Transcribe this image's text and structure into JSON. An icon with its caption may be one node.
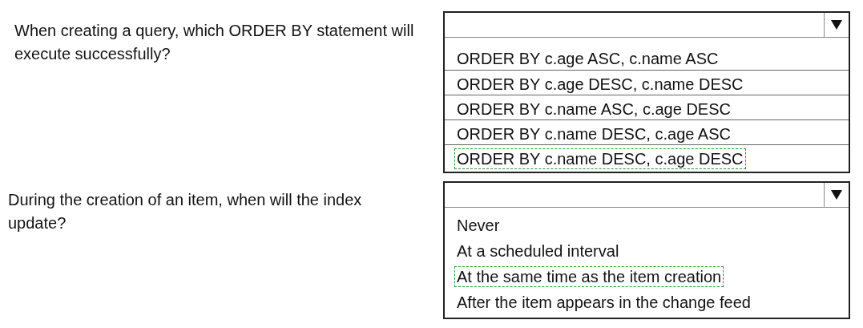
{
  "diagram": {
    "nodes": [
      {
        "text": [],
        "shape": "box"
      },
      {
        "text": [],
        "shape": "box",
        "in": 0
      },
      {
        "text": [
          "ORDER BY c.age ASC, c.name ASC"
        ],
        "in": 0
      },
      {
        "text": [
          "ORDER BY c.age DESC, c.name DESC"
        ],
        "in": 0
      },
      {
        "text": [
          "ORDER BY c.name ASC, c.age DESC"
        ],
        "in": 0
      },
      {
        "text": [
          "ORDER BY c.name DESC, c.age ASC"
        ],
        "in": 0
      },
      {
        "text": [
          "ORDER BY c.name DESC, c.age DESC"
        ],
        "in": 0
      },
      {
        "text": [],
        "shape": "box"
      },
      {
        "text": [],
        "shape": "box",
        "in": 7
      },
      {
        "text": [
          "Never"
        ],
        "in": 7
      },
      {
        "text": [
          "At a scheduled interval"
        ],
        "in": 7
      },
      {
        "text": [
          "At the same time as the item creation"
        ],
        "in": 7
      },
      {
        "text": [
          "After the item appears in the change feed"
        ],
        "in": 7
      }
    ],
    "edges": [],
    "labels": [
      "When creating a query, which ORDER BY statement will execute successfully?",
      "During the creation of an item, when will the index update?"
    ]
  }
}
